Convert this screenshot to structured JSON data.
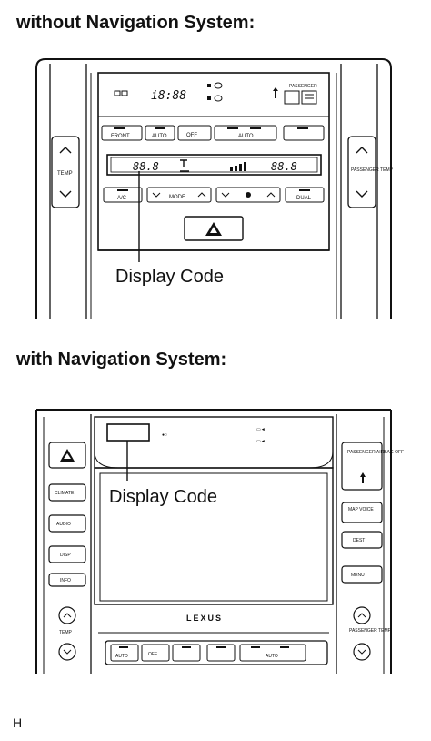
{
  "headings": {
    "without_nav": "without Navigation System:",
    "with_nav": "with Navigation System:"
  },
  "without_nav": {
    "callout": "Display Code",
    "lcd_time": "i8:88",
    "lcd_left_temp": "88.8",
    "lcd_right_temp": "88.8",
    "temp_label": "TEMP",
    "passenger_label": "PASSENGER",
    "passenger_temp_label": "PASSENGER TEMP",
    "buttons": {
      "front_def": "FRONT",
      "auto": "AUTO",
      "off": "OFF",
      "auto2": "AUTO",
      "ac": "A/C",
      "mode": "MODE",
      "dual": "DUAL"
    }
  },
  "with_nav": {
    "callout": "Display Code",
    "brand": "LEXUS",
    "temp_label": "TEMP",
    "passenger_temp_label": "PASSENGER TEMP",
    "left_buttons": [
      "CLIMATE",
      "AUDIO",
      "DISP",
      "INFO"
    ],
    "right_buttons": [
      "DEST",
      "MENU"
    ],
    "passenger_airbag_label": "PASSENGER AIRBAG OFF",
    "map_voice_label": "MAP VOICE",
    "bottom_buttons": {
      "auto": "AUTO",
      "off": "OFF",
      "auto2": "AUTO"
    }
  },
  "footer": "H"
}
